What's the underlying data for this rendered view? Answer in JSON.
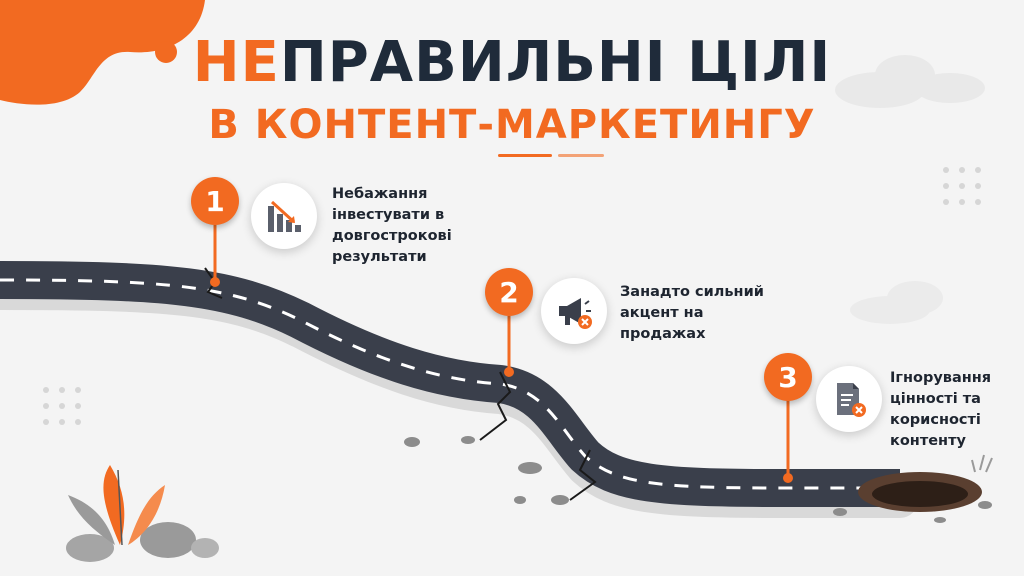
{
  "title": {
    "line1_accent": "НЕ",
    "line1_rest": "ПРАВИЛЬНІ ЦІЛІ",
    "line2": "В КОНТЕНТ-МАРКЕТИНГУ"
  },
  "steps": [
    {
      "number": "1",
      "label": "Небажання\nінвестувати в\nдовгострокові\nрезультати",
      "icon": "declining-chart-icon"
    },
    {
      "number": "2",
      "label": "Занадто сильний\nакцент на\nпродажах",
      "icon": "megaphone-cross-icon"
    },
    {
      "number": "3",
      "label": "Ігнорування\nцінності та\nкорисності\nконтенту",
      "icon": "document-cross-icon"
    }
  ],
  "colors": {
    "accent": "#f26a21",
    "road": "#3a3f4b",
    "title_dark": "#1f2b3a",
    "background": "#f4f4f4"
  }
}
